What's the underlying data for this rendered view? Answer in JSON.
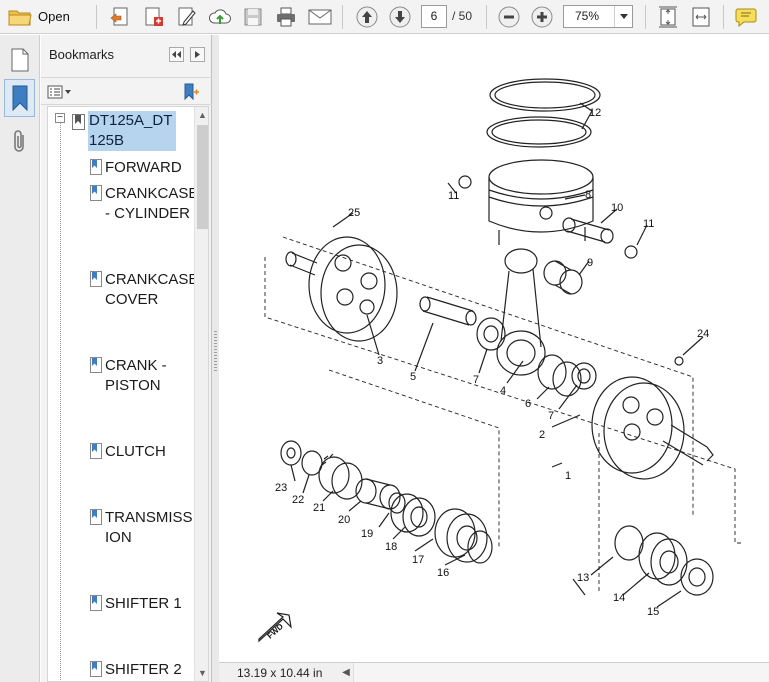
{
  "toolbar": {
    "open_label": "Open",
    "page_current": "6",
    "page_total": "/ 50",
    "zoom": "75%",
    "icons": [
      "folder-icon",
      "create-pdf-icon",
      "edit-pdf-icon",
      "comment-edit-icon",
      "upload-icon",
      "save-icon",
      "print-icon",
      "email-icon",
      "prev-page-icon",
      "next-page-icon",
      "zoom-out-icon",
      "zoom-in-icon",
      "fit-page-icon",
      "fit-width-icon",
      "comment-icon"
    ]
  },
  "bookmarks": {
    "title": "Bookmarks",
    "items": [
      {
        "label": "DT125A_DT125B",
        "selected": true
      },
      {
        "label": "FORWARD"
      },
      {
        "label": "CRANKCASE - CYLINDER"
      },
      {
        "label": "CRANKCASE COVER"
      },
      {
        "label": "CRANK - PISTON"
      },
      {
        "label": "CLUTCH"
      },
      {
        "label": "TRANSMISSION"
      },
      {
        "label": "SHIFTER 1"
      },
      {
        "label": "SHIFTER 2"
      }
    ]
  },
  "status": {
    "page_size": "13.19 x 10.44 in"
  },
  "diagram": {
    "part_labels": [
      "12",
      "8",
      "11",
      "10",
      "11",
      "25",
      "9",
      "3",
      "5",
      "7",
      "4",
      "6",
      "7",
      "24",
      "2",
      "1",
      "23",
      "22",
      "21",
      "20",
      "19",
      "18",
      "17",
      "16",
      "13",
      "14",
      "15"
    ],
    "fwd_label": "FWD"
  }
}
